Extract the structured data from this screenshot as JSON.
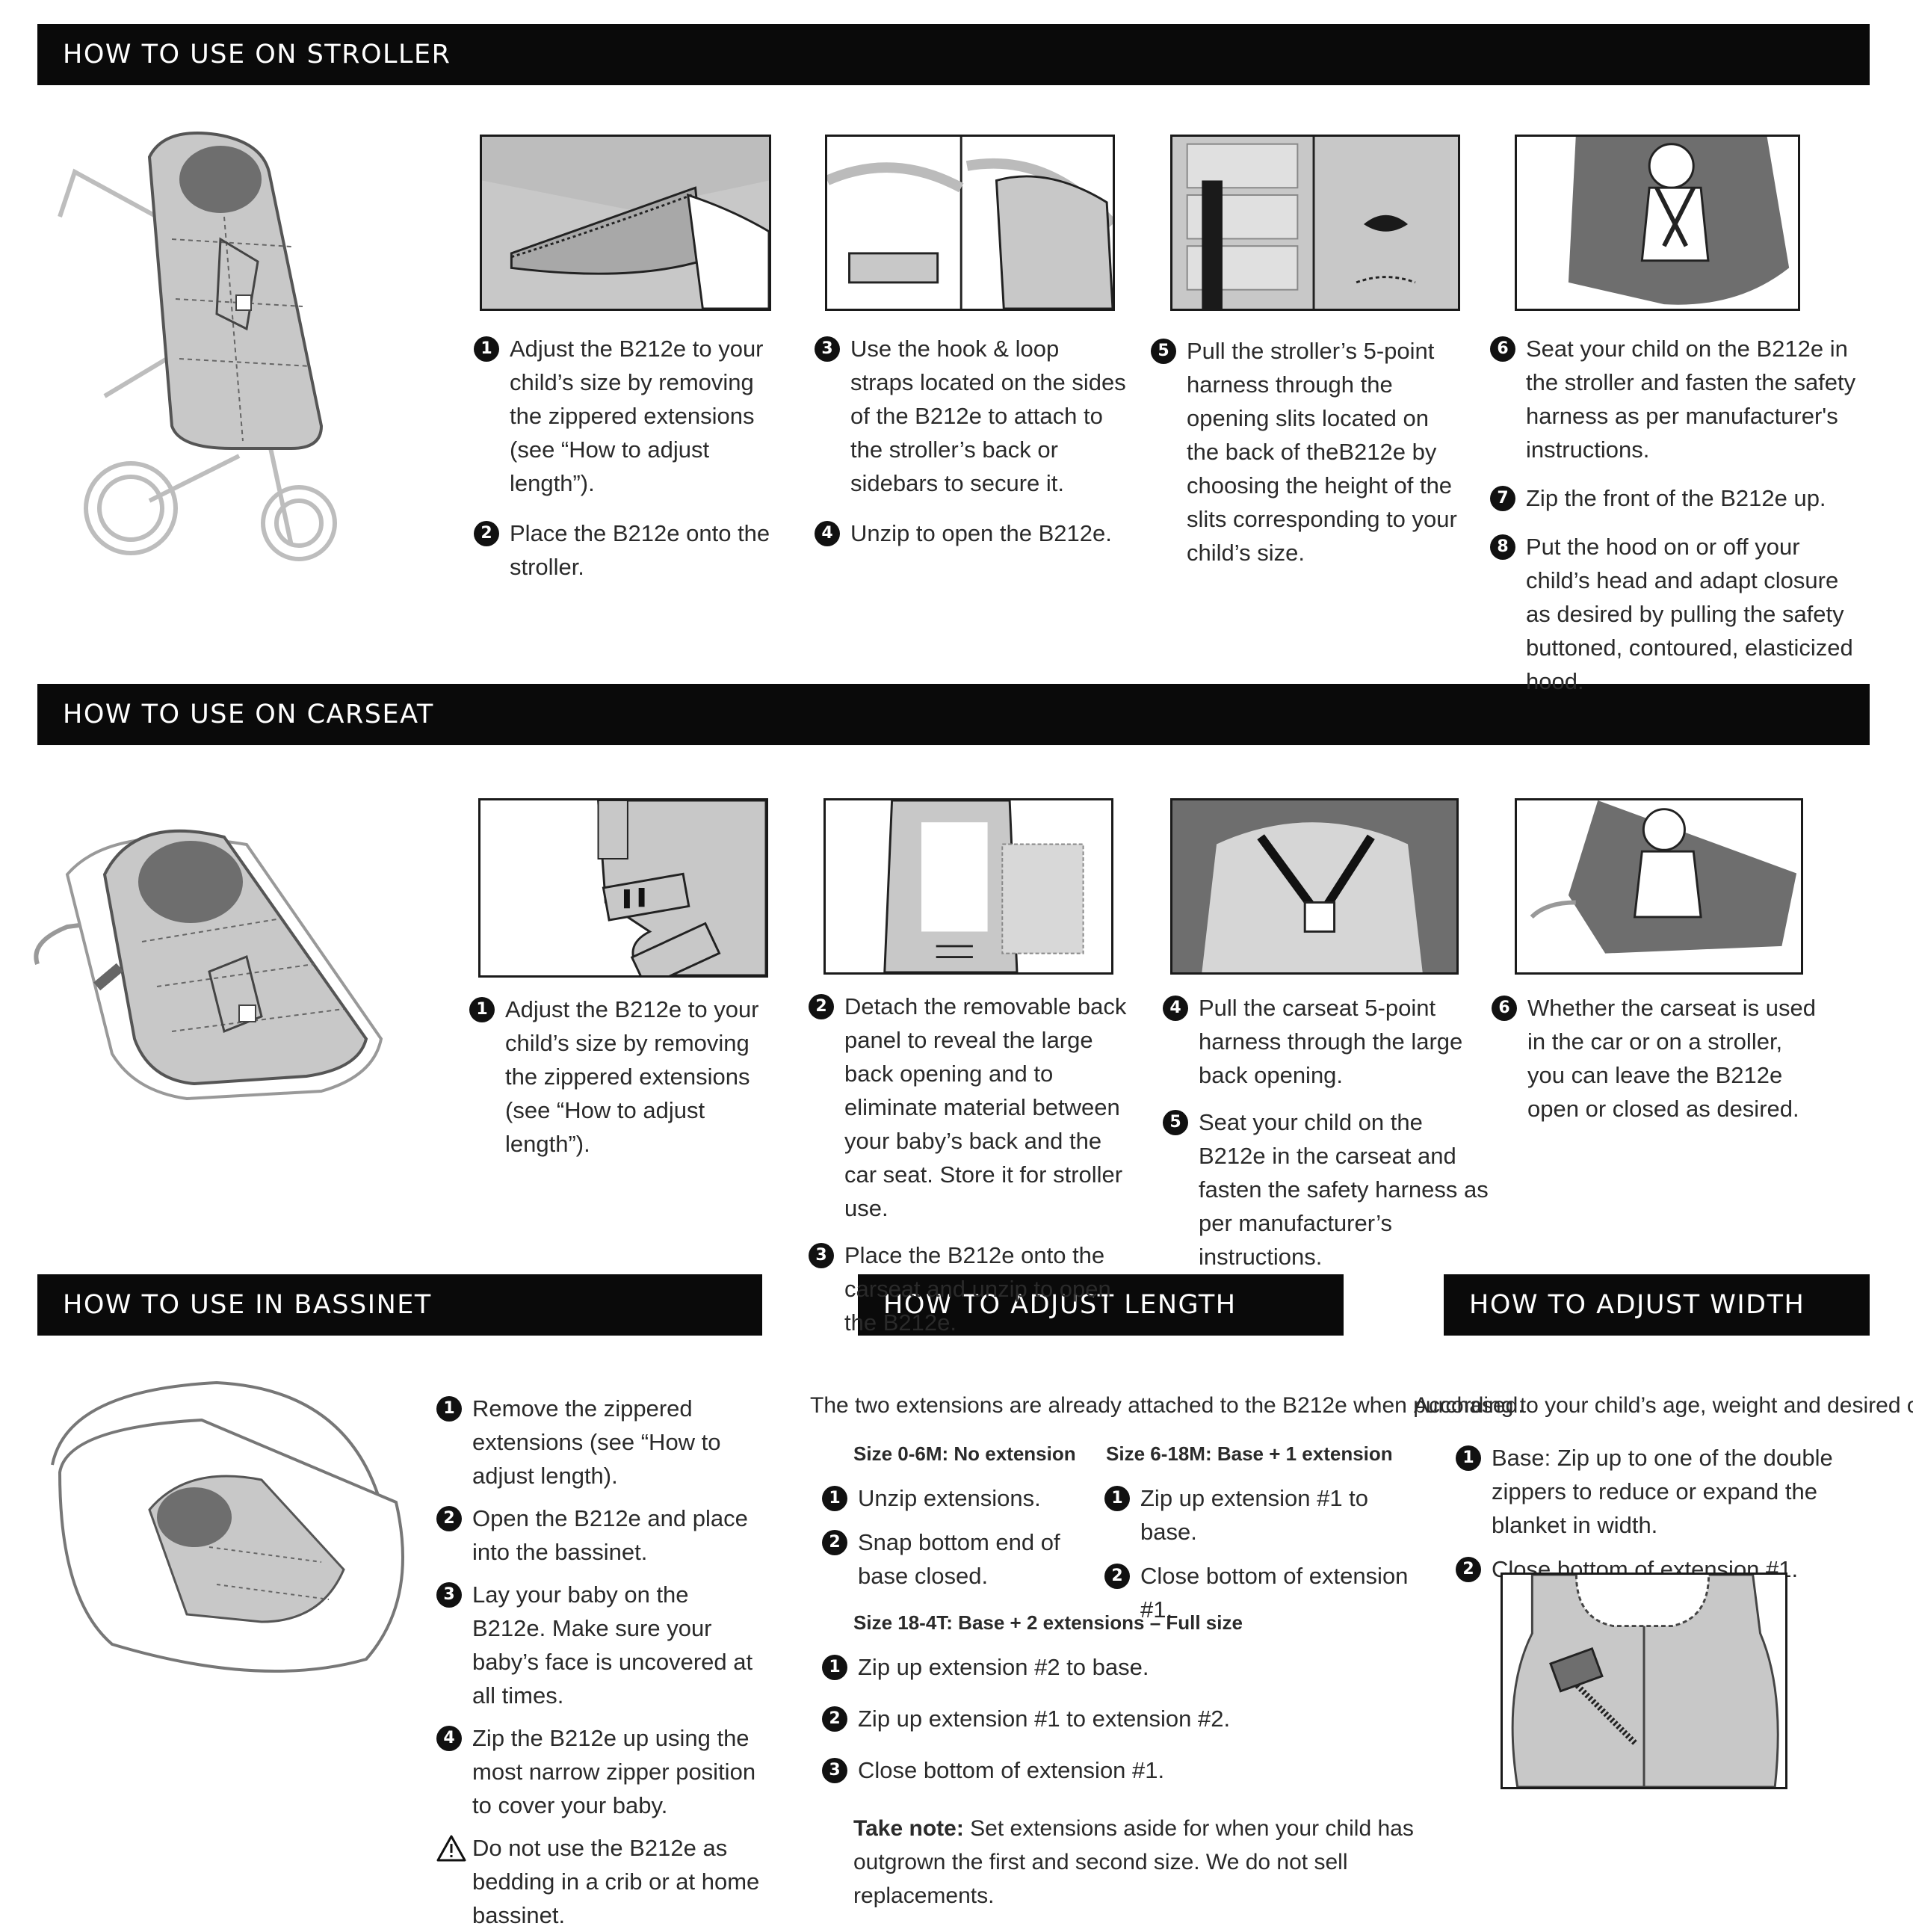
{
  "sections": {
    "stroller": {
      "title": "HOW TO USE ON STROLLER",
      "steps": [
        {
          "num": "1",
          "text": "Adjust the B212e to your child’s size by removing the zippered extensions (see “How to adjust length”)."
        },
        {
          "num": "2",
          "text": "Place the B212e onto the stroller."
        },
        {
          "num": "3",
          "text": "Use the hook & loop straps located on the sides of the B212e to attach to the stroller’s back or sidebars to secure it."
        },
        {
          "num": "4",
          "text": "Unzip to open the B212e."
        },
        {
          "num": "5",
          "text": "Pull the stroller’s 5-point harness through the opening slits located on the back of theB212e by choosing the height of the slits corresponding to your child’s size."
        },
        {
          "num": "6",
          "text": "Seat your child on the B212e in the stroller and fasten the safety harness as per manufacturer's instructions."
        },
        {
          "num": "7",
          "text": "Zip the front of the B212e up."
        },
        {
          "num": "8",
          "text": "Put the hood on or off your child’s head and adapt closure as desired by pulling the safety buttoned, contoured, elasticized hood."
        }
      ]
    },
    "carseat": {
      "title": "HOW TO USE ON CARSEAT",
      "steps": [
        {
          "num": "1",
          "text": "Adjust the B212e to your child’s size by removing the zippered extensions (see “How to adjust length”)."
        },
        {
          "num": "2",
          "text": "Detach the removable back panel to reveal the large back opening and to eliminate material between your baby’s back and the car seat. Store it for stroller use."
        },
        {
          "num": "3",
          "text": "Place the B212e onto the carseat and unzip to open the B212e."
        },
        {
          "num": "4",
          "text": "Pull the carseat 5-point harness through the large back opening."
        },
        {
          "num": "5",
          "text": "Seat your child on the B212e in the carseat and fasten the safety harness as per manufacturer’s instructions."
        },
        {
          "num": "6",
          "text": "Whether the carseat is used in the car or on a stroller, you can leave the B212e open or closed as desired."
        }
      ]
    },
    "bassinet": {
      "title": "HOW TO USE IN BASSINET",
      "steps": [
        {
          "num": "1",
          "text": "Remove the zippered extensions (see “How to adjust length)."
        },
        {
          "num": "2",
          "text": "Open the B212e and place into the bassinet."
        },
        {
          "num": "3",
          "text": "Lay your baby on the B212e. Make sure your baby’s face is uncovered at all times."
        },
        {
          "num": "4",
          "text": "Zip the B212e up using the most narrow zipper position to cover your baby."
        }
      ],
      "warning": "Do not use the B212e as bedding in a crib or at home bassinet."
    },
    "length": {
      "title": "HOW TO ADJUST LENGTH",
      "intro": "The two extensions are already attached to the B212e when purchased.",
      "size1": {
        "label": "Size 0-6M: No extension",
        "steps": [
          {
            "num": "1",
            "text": "Unzip extensions."
          },
          {
            "num": "2",
            "text": "Snap bottom end of base closed."
          }
        ]
      },
      "size2": {
        "label": "Size 6-18M: Base + 1 extension",
        "steps": [
          {
            "num": "1",
            "text": "Zip up extension #1 to base."
          },
          {
            "num": "2",
            "text": "Close bottom of extension #1."
          }
        ]
      },
      "size3": {
        "label": "Size 18-4T: Base + 2 extensions – Full size",
        "steps": [
          {
            "num": "1",
            "text": "Zip up extension #2 to base."
          },
          {
            "num": "2",
            "text": "Zip up extension #1 to extension #2."
          },
          {
            "num": "3",
            "text": "Close bottom of extension #1."
          }
        ]
      },
      "note_label": "Take note:",
      "note_text": "Set extensions aside for when your child has outgrown the first and second size. We do not sell replacements."
    },
    "width": {
      "title": "HOW TO ADJUST WIDTH",
      "intro": "According to your child’s age, weight and desired comfort:",
      "steps": [
        {
          "num": "1",
          "text": "Base: Zip up to one of the double zippers to reduce or expand the blanket in width."
        },
        {
          "num": "2",
          "text": "Close bottom of extension #1."
        }
      ]
    }
  },
  "icons": {
    "warning": "warning-triangle-icon"
  },
  "colors": {
    "bar": "#0a0a0a",
    "panel": "#c8c8c8",
    "dark": "#6e6e6e"
  }
}
